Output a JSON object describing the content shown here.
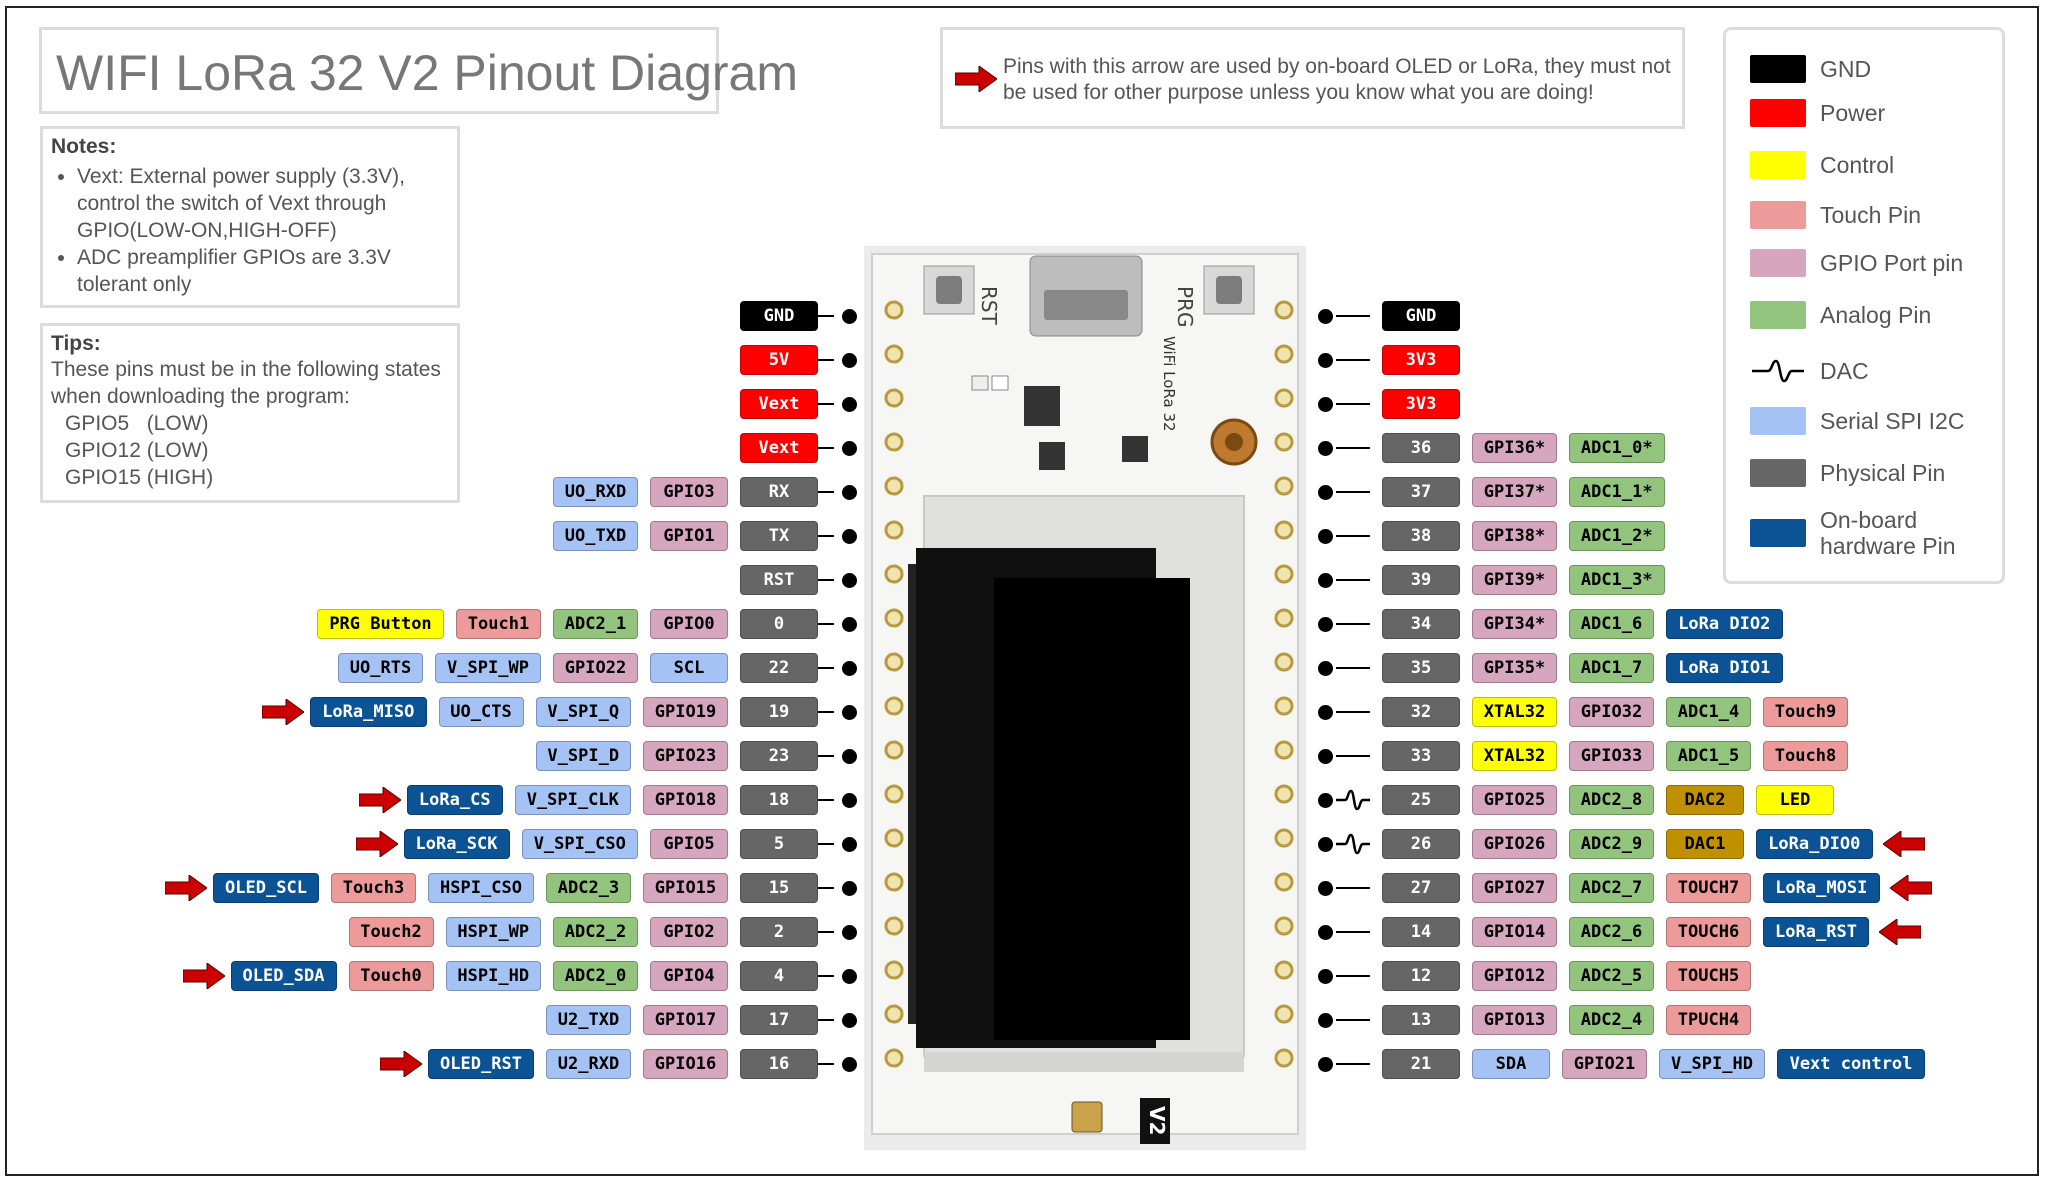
{
  "title": "WIFI LoRa 32 V2 Pinout Diagram",
  "notes": {
    "heading": "Notes:",
    "items": [
      "Vext: External power supply (3.3V), control the switch of Vext through GPIO(LOW-ON,HIGH-OFF)",
      "ADC preamplifier GPIOs are 3.3V tolerant only"
    ]
  },
  "tips": {
    "heading": "Tips:",
    "intro": "These pins must be in the following states when downloading the program:",
    "states": [
      "GPIO5   (LOW)",
      "GPIO12 (LOW)",
      "GPIO15 (HIGH)"
    ]
  },
  "arrow_note": "Pins with this arrow are used by on-board OLED or LoRa, they must not be used for other purpose unless you know what you are doing!",
  "legend": [
    {
      "label": "GND",
      "kind": "gnd"
    },
    {
      "label": "Power",
      "kind": "pwr"
    },
    {
      "label": "Control",
      "kind": "ctl"
    },
    {
      "label": "Touch Pin",
      "kind": "tch"
    },
    {
      "label": "GPIO Port pin",
      "kind": "gpio"
    },
    {
      "label": "Analog Pin",
      "kind": "adc"
    },
    {
      "label": "DAC",
      "kind": "dacsym"
    },
    {
      "label": "Serial SPI I2C",
      "kind": "ser"
    },
    {
      "label": "Physical Pin",
      "kind": "phy"
    },
    {
      "label": "On-board hardware Pin",
      "kind": "hw"
    }
  ],
  "colors": {
    "gnd": "#000000",
    "pwr": "#ff0000",
    "ctl": "#ffff00",
    "tch": "#ec9a9a",
    "gpio": "#d5a6bd",
    "adc": "#93c47d",
    "ser": "#a4c2f4",
    "phy": "#666666",
    "hw": "#0b5394",
    "dac": "#bf9000",
    "arrow": "#cc0000"
  },
  "board": {
    "label_rst": "RST",
    "label_prg": "PRG",
    "label_v2": "V2",
    "label_brand": "WiFi LoRa 32"
  },
  "left_rows": [
    {
      "pins": [
        [
          "GND",
          "gnd"
        ]
      ]
    },
    {
      "pins": [
        [
          "5V",
          "pwr"
        ]
      ]
    },
    {
      "pins": [
        [
          "Vext",
          "pwr"
        ]
      ]
    },
    {
      "pins": [
        [
          "Vext",
          "pwr"
        ]
      ]
    },
    {
      "pins": [
        [
          "UO_RXD",
          "ser"
        ],
        [
          "GPIO3",
          "gpio"
        ],
        [
          "RX",
          "phy"
        ]
      ]
    },
    {
      "pins": [
        [
          "UO_TXD",
          "ser"
        ],
        [
          "GPIO1",
          "gpio"
        ],
        [
          "TX",
          "phy"
        ]
      ]
    },
    {
      "pins": [
        [
          "RST",
          "phy"
        ]
      ]
    },
    {
      "pins": [
        [
          "PRG Button",
          "ctl"
        ],
        [
          "Touch1",
          "tch"
        ],
        [
          "ADC2_1",
          "adc"
        ],
        [
          "GPIO0",
          "gpio"
        ],
        [
          "0",
          "phy"
        ]
      ]
    },
    {
      "pins": [
        [
          "UO_RTS",
          "ser"
        ],
        [
          "V_SPI_WP",
          "ser"
        ],
        [
          "GPIO22",
          "gpio"
        ],
        [
          "SCL",
          "ser"
        ],
        [
          "22",
          "phy"
        ]
      ]
    },
    {
      "arrow": true,
      "pins": [
        [
          "LoRa_MISO",
          "hw"
        ],
        [
          "UO_CTS",
          "ser"
        ],
        [
          "V_SPI_Q",
          "ser"
        ],
        [
          "GPIO19",
          "gpio"
        ],
        [
          "19",
          "phy"
        ]
      ]
    },
    {
      "pins": [
        [
          "V_SPI_D",
          "ser"
        ],
        [
          "GPIO23",
          "gpio"
        ],
        [
          "23",
          "phy"
        ]
      ]
    },
    {
      "arrow": true,
      "pins": [
        [
          "LoRa_CS",
          "hw"
        ],
        [
          "V_SPI_CLK",
          "ser"
        ],
        [
          "GPIO18",
          "gpio"
        ],
        [
          "18",
          "phy"
        ]
      ]
    },
    {
      "arrow": true,
      "pins": [
        [
          "LoRa_SCK",
          "hw"
        ],
        [
          "V_SPI_CSO",
          "ser"
        ],
        [
          "GPIO5",
          "gpio"
        ],
        [
          "5",
          "phy"
        ]
      ]
    },
    {
      "arrow": true,
      "pins": [
        [
          "OLED_SCL",
          "hw"
        ],
        [
          "Touch3",
          "tch"
        ],
        [
          "HSPI_CSO",
          "ser"
        ],
        [
          "ADC2_3",
          "adc"
        ],
        [
          "GPIO15",
          "gpio"
        ],
        [
          "15",
          "phy"
        ]
      ]
    },
    {
      "pins": [
        [
          "Touch2",
          "tch"
        ],
        [
          "HSPI_WP",
          "ser"
        ],
        [
          "ADC2_2",
          "adc"
        ],
        [
          "GPIO2",
          "gpio"
        ],
        [
          "2",
          "phy"
        ]
      ]
    },
    {
      "arrow": true,
      "pins": [
        [
          "OLED_SDA",
          "hw"
        ],
        [
          "Touch0",
          "tch"
        ],
        [
          "HSPI_HD",
          "ser"
        ],
        [
          "ADC2_0",
          "adc"
        ],
        [
          "GPIO4",
          "gpio"
        ],
        [
          "4",
          "phy"
        ]
      ]
    },
    {
      "pins": [
        [
          "U2_TXD",
          "ser"
        ],
        [
          "GPIO17",
          "gpio"
        ],
        [
          "17",
          "phy"
        ]
      ]
    },
    {
      "arrow": true,
      "pins": [
        [
          "OLED_RST",
          "hw"
        ],
        [
          "U2_RXD",
          "ser"
        ],
        [
          "GPIO16",
          "gpio"
        ],
        [
          "16",
          "phy"
        ]
      ]
    }
  ],
  "right_rows": [
    {
      "pins": [
        [
          "GND",
          "gnd"
        ]
      ]
    },
    {
      "pins": [
        [
          "3V3",
          "pwr"
        ]
      ]
    },
    {
      "pins": [
        [
          "3V3",
          "pwr"
        ]
      ]
    },
    {
      "pins": [
        [
          "36",
          "phy"
        ],
        [
          "GPI36*",
          "gpio"
        ],
        [
          "ADC1_0*",
          "adc"
        ]
      ]
    },
    {
      "pins": [
        [
          "37",
          "phy"
        ],
        [
          "GPI37*",
          "gpio"
        ],
        [
          "ADC1_1*",
          "adc"
        ]
      ]
    },
    {
      "pins": [
        [
          "38",
          "phy"
        ],
        [
          "GPI38*",
          "gpio"
        ],
        [
          "ADC1_2*",
          "adc"
        ]
      ]
    },
    {
      "pins": [
        [
          "39",
          "phy"
        ],
        [
          "GPI39*",
          "gpio"
        ],
        [
          "ADC1_3*",
          "adc"
        ]
      ]
    },
    {
      "pins": [
        [
          "34",
          "phy"
        ],
        [
          "GPI34*",
          "gpio"
        ],
        [
          "ADC1_6",
          "adc"
        ],
        [
          "LoRa DIO2",
          "hw"
        ]
      ]
    },
    {
      "pins": [
        [
          "35",
          "phy"
        ],
        [
          "GPI35*",
          "gpio"
        ],
        [
          "ADC1_7",
          "adc"
        ],
        [
          "LoRa DIO1",
          "hw"
        ]
      ]
    },
    {
      "pins": [
        [
          "32",
          "phy"
        ],
        [
          "XTAL32",
          "ctl"
        ],
        [
          "GPIO32",
          "gpio"
        ],
        [
          "ADC1_4",
          "adc"
        ],
        [
          "Touch9",
          "tch"
        ]
      ]
    },
    {
      "pins": [
        [
          "33",
          "phy"
        ],
        [
          "XTAL32",
          "ctl"
        ],
        [
          "GPIO33",
          "gpio"
        ],
        [
          "ADC1_5",
          "adc"
        ],
        [
          "Touch8",
          "tch"
        ]
      ]
    },
    {
      "dac": true,
      "pins": [
        [
          "25",
          "phy"
        ],
        [
          "GPIO25",
          "gpio"
        ],
        [
          "ADC2_8",
          "adc"
        ],
        [
          "DAC2",
          "dac"
        ],
        [
          "LED",
          "ctl"
        ]
      ]
    },
    {
      "dac": true,
      "arrow": true,
      "pins": [
        [
          "26",
          "phy"
        ],
        [
          "GPIO26",
          "gpio"
        ],
        [
          "ADC2_9",
          "adc"
        ],
        [
          "DAC1",
          "dac"
        ],
        [
          "LoRa_DIO0",
          "hw"
        ]
      ]
    },
    {
      "arrow": true,
      "pins": [
        [
          "27",
          "phy"
        ],
        [
          "GPIO27",
          "gpio"
        ],
        [
          "ADC2_7",
          "adc"
        ],
        [
          "TOUCH7",
          "tch"
        ],
        [
          "LoRa_MOSI",
          "hw"
        ]
      ]
    },
    {
      "arrow": true,
      "pins": [
        [
          "14",
          "phy"
        ],
        [
          "GPIO14",
          "gpio"
        ],
        [
          "ADC2_6",
          "adc"
        ],
        [
          "TOUCH6",
          "tch"
        ],
        [
          "LoRa_RST",
          "hw"
        ]
      ]
    },
    {
      "pins": [
        [
          "12",
          "phy"
        ],
        [
          "GPIO12",
          "gpio"
        ],
        [
          "ADC2_5",
          "adc"
        ],
        [
          "TOUCH5",
          "tch"
        ]
      ]
    },
    {
      "pins": [
        [
          "13",
          "phy"
        ],
        [
          "GPIO13",
          "gpio"
        ],
        [
          "ADC2_4",
          "adc"
        ],
        [
          "TPUCH4",
          "tch"
        ]
      ]
    },
    {
      "pins": [
        [
          "21",
          "phy"
        ],
        [
          "SDA",
          "ser"
        ],
        [
          "GPIO21",
          "gpio"
        ],
        [
          "V_SPI_HD",
          "ser"
        ],
        [
          "Vext control",
          "hw"
        ]
      ]
    }
  ]
}
